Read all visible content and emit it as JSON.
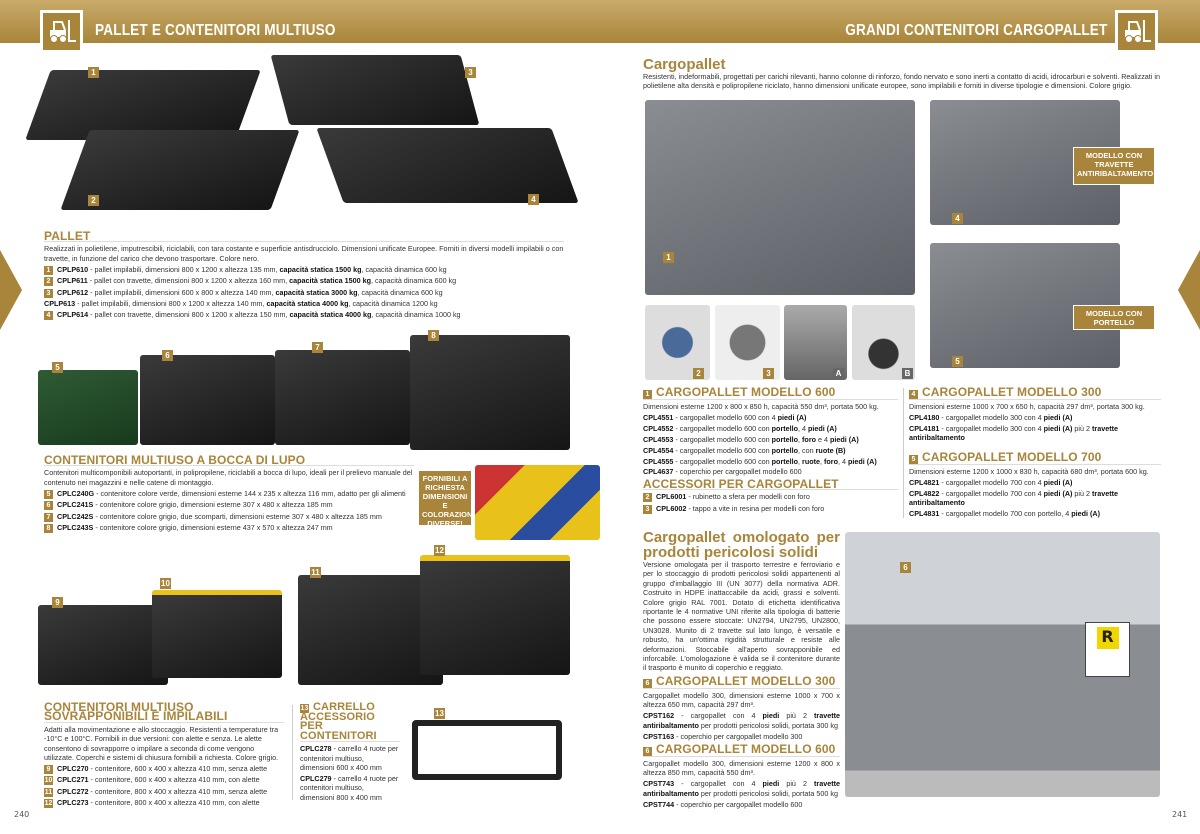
{
  "header": {
    "left_title": "PALLET E CONTENITORI MULTIUSO",
    "right_title": "GRANDI CONTENITORI CARGOPALLET",
    "icon": "forklift-icon",
    "accent": "#a8853a"
  },
  "pages": {
    "left": "240",
    "right": "241"
  },
  "image_labels": [
    "1",
    "2",
    "3",
    "4",
    "5",
    "6",
    "7",
    "8",
    "9",
    "10",
    "11",
    "12",
    "13"
  ],
  "pallet": {
    "title": "PALLET",
    "intro": "Realizzati in polietilene, imputrescibili, riciclabili, con tara costante e superficie antisdrucciolo. Dimensioni unificate Europee. Forniti in diversi modelli impilabili o con travette, in funzione del carico che devono trasportare. Colore nero.",
    "items": [
      {
        "badge": "1",
        "code": "CPLP610",
        "parts": [
          " - pallet impilabili, dimensioni 800 x 1200 x altezza 135 mm, ",
          {
            "b": "capacità statica 1500 kg"
          },
          ", capacità dinamica 600 kg"
        ]
      },
      {
        "badge": "2",
        "code": "CPLP611",
        "parts": [
          " - pallet con travette, dimensioni 800 x 1200 x altezza 160 mm, ",
          {
            "b": "capacità statica 1500 kg"
          },
          ", capacità dinamica 600 kg"
        ]
      },
      {
        "badge": "3",
        "code": "CPLP612",
        "parts": [
          " - pallet impilabili, dimensioni 600 x 800 x altezza 140 mm, ",
          {
            "b": "capacità statica 3000 kg"
          },
          ", capacità dinamica 600 kg"
        ]
      },
      {
        "badge": "",
        "code": "CPLP613",
        "parts": [
          " - pallet impilabili, dimensioni 800 x 1200 x altezza 140 mm, ",
          {
            "b": "capacità statica 4000 kg"
          },
          ", capacità dinamica 1200 kg"
        ]
      },
      {
        "badge": "4",
        "code": "CPLP614",
        "parts": [
          " - pallet con travette, dimensioni 800 x 1200 x altezza 150 mm, ",
          {
            "b": "capacità statica 4000 kg"
          },
          ", capacità dinamica 1000 kg"
        ]
      }
    ]
  },
  "bocca": {
    "title": "CONTENITORI MULTIUSO A BOCCA DI LUPO",
    "intro": "Contenitori multicomponibili autoportanti, in polipropilene, riciclabili a bocca di lupo, ideali per il prelievo manuale del contenuto nei magazzini e nelle catene di montaggio.",
    "items": [
      {
        "badge": "5",
        "code": "CPLC240G",
        "parts": [
          " - contenitore colore verde, dimensioni esterne 144 x 235 x altezza 116 mm, adatto per gli alimenti"
        ]
      },
      {
        "badge": "6",
        "code": "CPLC241S",
        "parts": [
          " - contenitore colore grigio, dimensioni esterne 307 x 480 x altezza 185 mm"
        ]
      },
      {
        "badge": "7",
        "code": "CPLC242S",
        "parts": [
          " - contenitore colore grigio, due scomparti, dimensioni esterne 307 x 480 x altezza 185 mm"
        ]
      },
      {
        "badge": "8",
        "code": "CPLC243S",
        "parts": [
          " - contenitore colore grigio, dimensioni esterne 437 x 570 x altezza 247 mm"
        ]
      }
    ],
    "callout": "FORNIBILI A RICHIESTA DIMENSIONI E COLORAZIONI DIVERSE!"
  },
  "sovrap": {
    "title": "CONTENITORI MULTIUSO SOVRAPPONIBILI E IMPILABILI",
    "intro": "Adatti alla movimentazione e allo stoccaggio. Resistenti a temperature tra -10°C e 100°C. Fornibili in due versioni: con alette e senza. Le alette consentono di sovrapporre o impilare a seconda di come vengono utilizzate. Coperchi e sistemi di chiusura fornibili a richiesta. Colore grigio.",
    "items": [
      {
        "badge": "9",
        "code": "CPLC270",
        "parts": [
          " - contenitore, 600 x 400 x altezza 410 mm, senza alette"
        ]
      },
      {
        "badge": "10",
        "code": "CPLC271",
        "parts": [
          " - contenitore, 600 x 400 x altezza 410 mm, con alette"
        ]
      },
      {
        "badge": "11",
        "code": "CPLC272",
        "parts": [
          " - contenitore, 800 x 400 x altezza 410 mm, senza alette"
        ]
      },
      {
        "badge": "12",
        "code": "CPLC273",
        "parts": [
          " - contenitore, 800 x 400 x altezza 410 mm, con alette"
        ]
      }
    ]
  },
  "carrello": {
    "badge": "13",
    "title": "CARRELLO ACCESSORIO PER CONTENITORI",
    "items": [
      {
        "badge": "",
        "code": "CPLC278",
        "parts": [
          " - carrello 4 ruote per contenitori multiuso, dimensioni 600 x 400 mm"
        ]
      },
      {
        "badge": "",
        "code": "CPLC279",
        "parts": [
          " - carrello 4 ruote per contenitori multiuso, dimensioni 800 x 400 mm"
        ]
      }
    ]
  },
  "cargopallet": {
    "title": "Cargopallet",
    "intro": "Resistenti, indeformabili, progettati per carichi rilevanti, hanno colonne di rinforzo, fondo nervato e sono inerti a contatto di acidi, idrocarburi e solventi. Realizzati in polietilene alta densità e polipropilene riciclato, hanno dimensioni unificate europee, sono impilabili e forniti in diverse tipologie e dimensioni. Colore grigio.",
    "callouts": [
      "MODELLO CON TRAVETTE ANTIRIBALTAMENTO",
      "MODELLO CON PORTELLO"
    ],
    "photo_labels": [
      "A",
      "B"
    ]
  },
  "m600": {
    "badge": "1",
    "title": "CARGOPALLET MODELLO 600",
    "intro": "Dimensioni esterne 1200 x 800 x 850 h, capacità 550 dm³, portata 500 kg.",
    "items": [
      {
        "badge": "",
        "code": "CPL4551",
        "parts": [
          " - cargopallet modello 600 con 4 ",
          {
            "b": "piedi"
          },
          " ",
          {
            "b": "(A)"
          }
        ]
      },
      {
        "badge": "",
        "code": "CPL4552",
        "parts": [
          " - cargopallet modello 600 con ",
          {
            "b": "portello"
          },
          ", 4 ",
          {
            "b": "piedi (A)"
          }
        ]
      },
      {
        "badge": "",
        "code": "CPL4553",
        "parts": [
          " - cargopallet modello 600 con ",
          {
            "b": "portello"
          },
          ", ",
          {
            "b": "foro"
          },
          " e 4 ",
          {
            "b": "piedi (A)"
          }
        ]
      },
      {
        "badge": "",
        "code": "CPL4554",
        "parts": [
          " - cargopallet modello 600 con ",
          {
            "b": "portello"
          },
          ", con ",
          {
            "b": "ruote (B)"
          }
        ]
      },
      {
        "badge": "",
        "code": "CPL4555",
        "parts": [
          " - cargopallet modello 600 con ",
          {
            "b": "portello"
          },
          ", ",
          {
            "b": "ruote"
          },
          ", ",
          {
            "b": "foro"
          },
          ", 4 ",
          {
            "b": "piedi (A)"
          }
        ]
      },
      {
        "badge": "",
        "code": "CPL4637",
        "parts": [
          " - coperchio per cargopallet modello 600"
        ]
      }
    ]
  },
  "accessori": {
    "title": "ACCESSORI PER CARGOPALLET",
    "items": [
      {
        "badge": "2",
        "code": "CPL6001",
        "parts": [
          " - rubinetto a sfera per modelli con foro"
        ]
      },
      {
        "badge": "3",
        "code": "CPL6002",
        "parts": [
          " - tappo a vite in resina per modelli con foro"
        ]
      }
    ]
  },
  "m300": {
    "badge": "4",
    "title": "CARGOPALLET MODELLO 300",
    "intro": "Dimensioni esterne 1000 x 700 x 650 h, capacità 297 dm³, portata 300 kg.",
    "items": [
      {
        "badge": "",
        "code": "CPL4180",
        "parts": [
          " - cargopallet modello 300 con 4 ",
          {
            "b": "piedi (A)"
          }
        ]
      },
      {
        "badge": "",
        "code": "CPL4181",
        "parts": [
          " - cargopallet modello 300 con 4 ",
          {
            "b": "piedi (A)"
          },
          " più 2 ",
          {
            "b": "travette antiribaltamento"
          }
        ]
      }
    ]
  },
  "m700": {
    "badge": "5",
    "title": "CARGOPALLET MODELLO 700",
    "intro": "Dimensioni esterne 1200 x 1000 x 830 h, capacità 680 dm³, portata 600 kg.",
    "items": [
      {
        "badge": "",
        "code": "CPL4821",
        "parts": [
          " - cargopallet modello 700 con 4 ",
          {
            "b": "piedi (A)"
          }
        ]
      },
      {
        "badge": "",
        "code": "CPL4822",
        "parts": [
          " - cargopallet modello 700 con 4 ",
          {
            "b": "piedi (A)"
          },
          " più 2 ",
          {
            "b": "travette antiribaltamento"
          }
        ]
      },
      {
        "badge": "",
        "code": "CPL4831",
        "parts": [
          " - cargopallet modello 700 con portello, 4 ",
          {
            "b": "piedi (A)"
          }
        ]
      }
    ]
  },
  "omologato": {
    "title": "Cargopallet omologato per prodotti pericolosi solidi",
    "body": "Versione omologata per il trasporto terrestre e ferroviario e per lo stoccaggio di prodotti pericolosi solidi appartenenti al gruppo d'imballaggio III (UN 3077) della normativa ADR. Costruito in HDPE inattaccabile da acidi, grassi e solventi. Colore grigio RAL 7001. Dotato di etichetta identificativa riportante le 4 normative UNI riferite alla tipologia di batterie che possono essere stoccate: UN2794, UN2795, UN2800, UN3028. Munito di 2 travette sul lato lungo, è versatile e robusto, ha un'ottima rigidità strutturale e resiste alle deformazioni. Stoccabile all'aperto sovrapponibile ed inforcabile. L'omologazione è valida se il contenitore durante il trasporto è munito di coperchio e reggiato.",
    "photo_badge": "6",
    "label_letter": "R"
  },
  "om300": {
    "badge": "6",
    "title": "CARGOPALLET MODELLO 300",
    "intro": "Cargopallet modello 300, dimensioni esterne 1000 x 700 x altezza 650 mm, capacità 297 dm³.",
    "items": [
      {
        "badge": "",
        "code": "CPST162",
        "parts": [
          " - cargopallet con 4 ",
          {
            "b": "piedi"
          },
          " più 2 ",
          {
            "b": "travette antiribaltamento"
          },
          " per prodotti pericolosi solidi, portata 300 kg"
        ]
      },
      {
        "badge": "",
        "code": "CPST163",
        "parts": [
          " - coperchio per cargopallet modello 300"
        ]
      }
    ]
  },
  "om600": {
    "badge": "6",
    "title": "CARGOPALLET MODELLO 600",
    "intro": "Cargopallet modello 300, dimensioni esterne 1200 x 800 x altezza 850 mm, capacità 550 dm³.",
    "items": [
      {
        "badge": "",
        "code": "CPST743",
        "parts": [
          " - cargopallet con 4 ",
          {
            "b": "piedi"
          },
          " più 2 ",
          {
            "b": "travette antiribaltamento"
          },
          " per prodotti pericolosi solidi, portata 500 kg"
        ]
      },
      {
        "badge": "",
        "code": "CPST744",
        "parts": [
          " - coperchio per cargopallet modello 600"
        ]
      }
    ]
  }
}
